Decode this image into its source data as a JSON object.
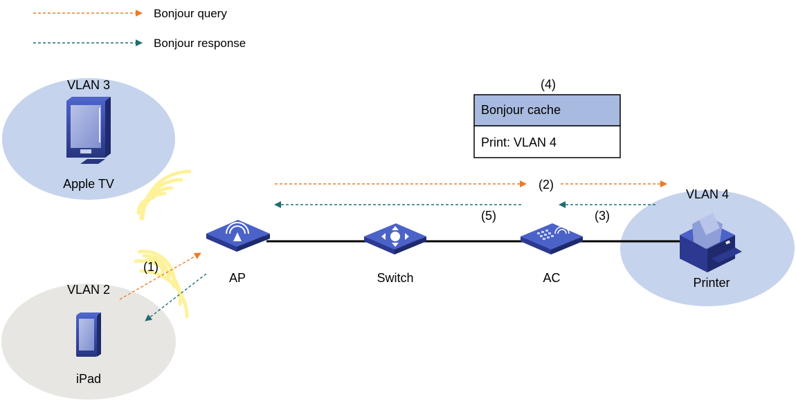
{
  "legend": {
    "query_label": "Bonjour query",
    "response_label": "Bonjour response"
  },
  "colors": {
    "query": "#f07a22",
    "response": "#1f6e6e",
    "vlan_blue": "#c6d3ec",
    "vlan_gray": "#e8e6e3",
    "cache_header": "#a8badf",
    "wifi": "#fdf29a",
    "device_dark": "#2b3990",
    "device_mid": "#3a4fb6"
  },
  "vlans": {
    "vlan3": {
      "label": "VLAN 3",
      "device": "Apple TV"
    },
    "vlan2": {
      "label": "VLAN 2",
      "device": "iPad"
    },
    "vlan4": {
      "label": "VLAN 4",
      "device": "Printer"
    }
  },
  "devices": {
    "ap": {
      "label": "AP",
      "icon": "access-point-icon"
    },
    "switch": {
      "label": "Switch",
      "icon": "switch-icon",
      "badge": "SWITCH"
    },
    "ac": {
      "label": "AC",
      "icon": "access-controller-icon"
    }
  },
  "cache": {
    "step": "(4)",
    "title": "Bonjour cache",
    "entry": "Print: VLAN 4"
  },
  "steps": {
    "s1": "(1)",
    "s2": "(2)",
    "s3": "(3)",
    "s5": "(5)"
  }
}
